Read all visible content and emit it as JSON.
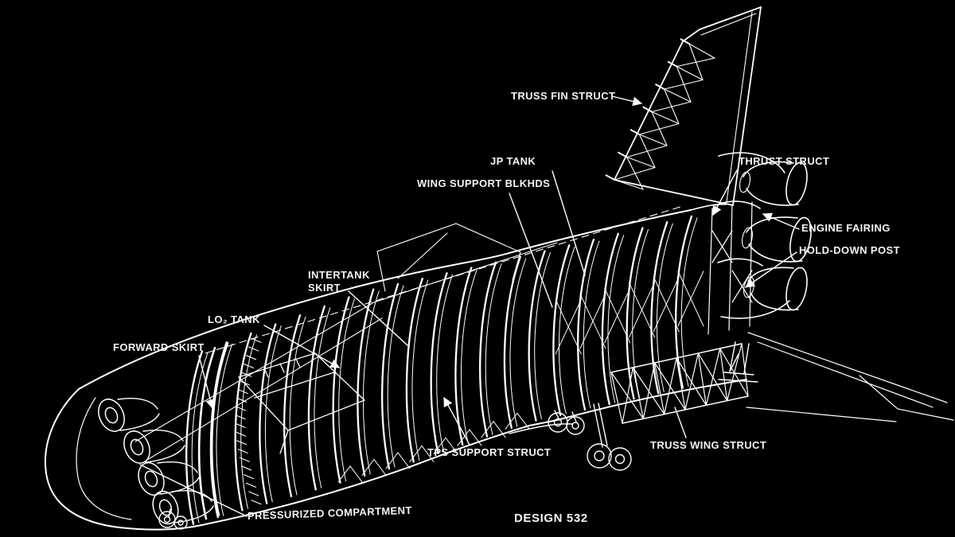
{
  "meta": {
    "design_label": "DESIGN 532"
  },
  "colors": {
    "background": "#000000",
    "line": "#ffffff",
    "text": "#f5f5f5"
  },
  "callouts": [
    {
      "id": "truss-fin-struct",
      "text": "TRUSS FIN STRUCT"
    },
    {
      "id": "jp-tank",
      "text": "JP TANK"
    },
    {
      "id": "wing-support-blkhds",
      "text": "WING SUPPORT BLKHDS"
    },
    {
      "id": "thrust-struct",
      "text": "THRUST STRUCT"
    },
    {
      "id": "engine-fairing",
      "text": "ENGINE FAIRING"
    },
    {
      "id": "hold-down-post",
      "text": "HOLD-DOWN POST"
    },
    {
      "id": "intertank-skirt",
      "text": "INTERTANK\nSKIRT"
    },
    {
      "id": "lo2-tank",
      "text": "LO₂ TANK"
    },
    {
      "id": "forward-skirt",
      "text": "FORWARD SKIRT"
    },
    {
      "id": "tps-support-struct",
      "text": "TPS SUPPORT STRUCT"
    },
    {
      "id": "truss-wing-struct",
      "text": "TRUSS WING STRUCT"
    },
    {
      "id": "pressurized-compartment",
      "text": "PRESSURIZED COMPARTMENT"
    }
  ]
}
